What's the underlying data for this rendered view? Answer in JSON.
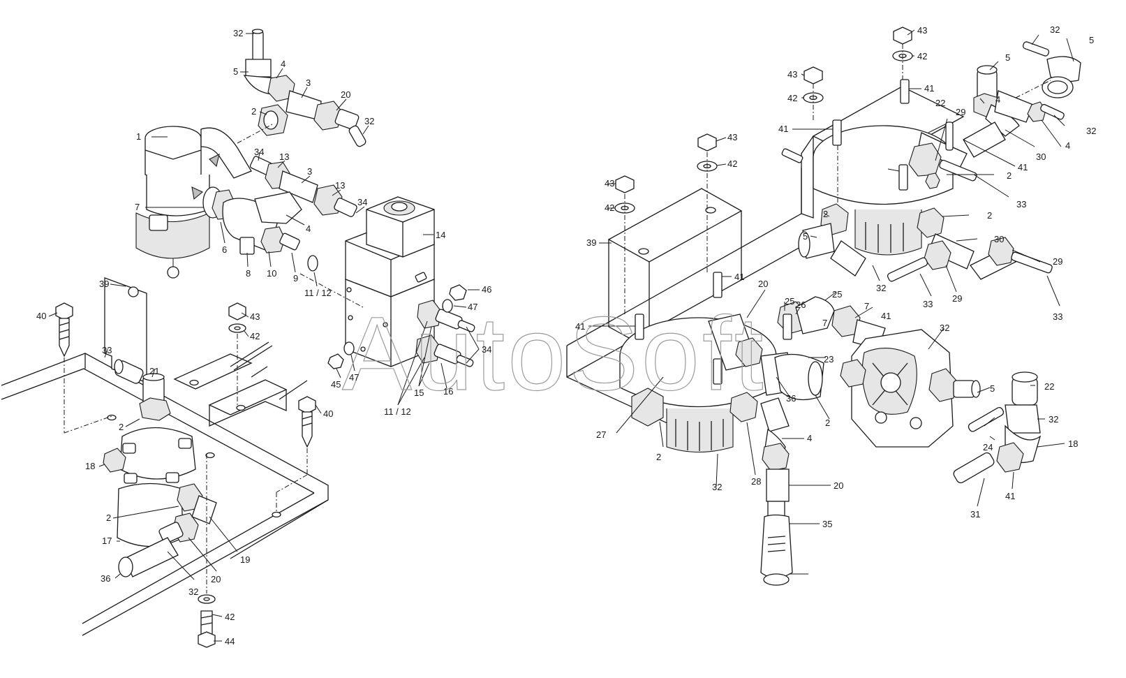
{
  "watermark": "AutoSoft",
  "labels": [
    {
      "id": "l-32-a",
      "text": "32"
    },
    {
      "id": "l-5-a",
      "text": "5"
    },
    {
      "id": "l-4-a",
      "text": "4"
    },
    {
      "id": "l-3-a",
      "text": "3"
    },
    {
      "id": "l-20-a",
      "text": "20"
    },
    {
      "id": "l-2-a",
      "text": "2"
    },
    {
      "id": "l-32-b",
      "text": "32"
    },
    {
      "id": "l-1-a",
      "text": "1"
    },
    {
      "id": "l-34-a",
      "text": "34"
    },
    {
      "id": "l-13-a",
      "text": "13"
    },
    {
      "id": "l-3-b",
      "text": "3"
    },
    {
      "id": "l-13-b",
      "text": "13"
    },
    {
      "id": "l-34-b",
      "text": "34"
    },
    {
      "id": "l-7-a",
      "text": "7"
    },
    {
      "id": "l-4-b",
      "text": "4"
    },
    {
      "id": "l-6-a",
      "text": "6"
    },
    {
      "id": "l-8-a",
      "text": "8"
    },
    {
      "id": "l-10-a",
      "text": "10"
    },
    {
      "id": "l-9-a",
      "text": "9"
    },
    {
      "id": "l-11-12-a",
      "text": "11 / 12"
    },
    {
      "id": "l-14-a",
      "text": "14"
    },
    {
      "id": "l-46-a",
      "text": "46"
    },
    {
      "id": "l-47-a",
      "text": "47"
    },
    {
      "id": "l-34-c",
      "text": "34"
    },
    {
      "id": "l-47-b",
      "text": "47"
    },
    {
      "id": "l-45-a",
      "text": "45"
    },
    {
      "id": "l-15-a",
      "text": "15"
    },
    {
      "id": "l-16-a",
      "text": "16"
    },
    {
      "id": "l-11-12-b",
      "text": "11 / 12"
    },
    {
      "id": "l-39-a",
      "text": "39"
    },
    {
      "id": "l-40-a",
      "text": "40"
    },
    {
      "id": "l-43-a",
      "text": "43"
    },
    {
      "id": "l-42-a",
      "text": "42"
    },
    {
      "id": "l-33-a",
      "text": "33"
    },
    {
      "id": "l-21-a",
      "text": "21"
    },
    {
      "id": "l-2-b",
      "text": "2"
    },
    {
      "id": "l-40-b",
      "text": "40"
    },
    {
      "id": "l-18-a",
      "text": "18"
    },
    {
      "id": "l-2-c",
      "text": "2"
    },
    {
      "id": "l-17-a",
      "text": "17"
    },
    {
      "id": "l-19-a",
      "text": "19"
    },
    {
      "id": "l-36-a",
      "text": "36"
    },
    {
      "id": "l-32-c",
      "text": "32"
    },
    {
      "id": "l-20-b",
      "text": "20"
    },
    {
      "id": "l-42-b",
      "text": "42"
    },
    {
      "id": "l-44-a",
      "text": "44"
    },
    {
      "id": "l-43-b",
      "text": "43"
    },
    {
      "id": "l-42-c",
      "text": "42"
    },
    {
      "id": "l-43-c",
      "text": "43"
    },
    {
      "id": "l-42-d",
      "text": "42"
    },
    {
      "id": "l-41-a",
      "text": "41"
    },
    {
      "id": "l-41-b",
      "text": "41"
    },
    {
      "id": "l-22-a",
      "text": "22"
    },
    {
      "id": "l-29-a",
      "text": "29"
    },
    {
      "id": "l-32-d",
      "text": "32"
    },
    {
      "id": "l-5-b",
      "text": "5"
    },
    {
      "id": "l-5-c",
      "text": "5"
    },
    {
      "id": "l-4-c",
      "text": "4"
    },
    {
      "id": "l-32-e",
      "text": "32"
    },
    {
      "id": "l-4-d",
      "text": "4"
    },
    {
      "id": "l-30-a",
      "text": "30"
    },
    {
      "id": "l-41-c",
      "text": "41"
    },
    {
      "id": "l-2-d",
      "text": "2"
    },
    {
      "id": "l-33-b",
      "text": "33"
    },
    {
      "id": "l-43-d",
      "text": "43"
    },
    {
      "id": "l-42-e",
      "text": "42"
    },
    {
      "id": "l-43-e",
      "text": "43"
    },
    {
      "id": "l-42-f",
      "text": "42"
    },
    {
      "id": "l-39-b",
      "text": "39"
    },
    {
      "id": "l-2-e",
      "text": "2"
    },
    {
      "id": "l-2-f",
      "text": "2"
    },
    {
      "id": "l-5-d",
      "text": "5"
    },
    {
      "id": "l-30-b",
      "text": "30"
    },
    {
      "id": "l-29-b",
      "text": "29"
    },
    {
      "id": "l-32-f",
      "text": "32"
    },
    {
      "id": "l-29-c",
      "text": "29"
    },
    {
      "id": "l-33-c",
      "text": "33"
    },
    {
      "id": "l-33-d",
      "text": "33"
    },
    {
      "id": "l-41-d",
      "text": "41"
    },
    {
      "id": "l-20-c",
      "text": "20"
    },
    {
      "id": "l-41-e",
      "text": "41"
    },
    {
      "id": "l-25-a",
      "text": "25"
    },
    {
      "id": "l-26-a",
      "text": "26"
    },
    {
      "id": "l-25-b",
      "text": "25"
    },
    {
      "id": "l-7-b",
      "text": "7"
    },
    {
      "id": "l-41-f",
      "text": "41"
    },
    {
      "id": "l-7-c",
      "text": "7"
    },
    {
      "id": "l-23-a",
      "text": "23"
    },
    {
      "id": "l-32-g",
      "text": "32"
    },
    {
      "id": "l-36-b",
      "text": "36"
    },
    {
      "id": "l-2-g",
      "text": "2"
    },
    {
      "id": "l-5-e",
      "text": "5"
    },
    {
      "id": "l-22-b",
      "text": "22"
    },
    {
      "id": "l-27-a",
      "text": "27"
    },
    {
      "id": "l-4-e",
      "text": "4"
    },
    {
      "id": "l-32-h",
      "text": "32"
    },
    {
      "id": "l-24-a",
      "text": "24"
    },
    {
      "id": "l-18-b",
      "text": "18"
    },
    {
      "id": "l-2-h",
      "text": "2"
    },
    {
      "id": "l-28-a",
      "text": "28"
    },
    {
      "id": "l-20-d",
      "text": "20"
    },
    {
      "id": "l-41-g",
      "text": "41"
    },
    {
      "id": "l-32-i",
      "text": "32"
    },
    {
      "id": "l-31-a",
      "text": "31"
    },
    {
      "id": "l-35-a",
      "text": "35"
    }
  ]
}
